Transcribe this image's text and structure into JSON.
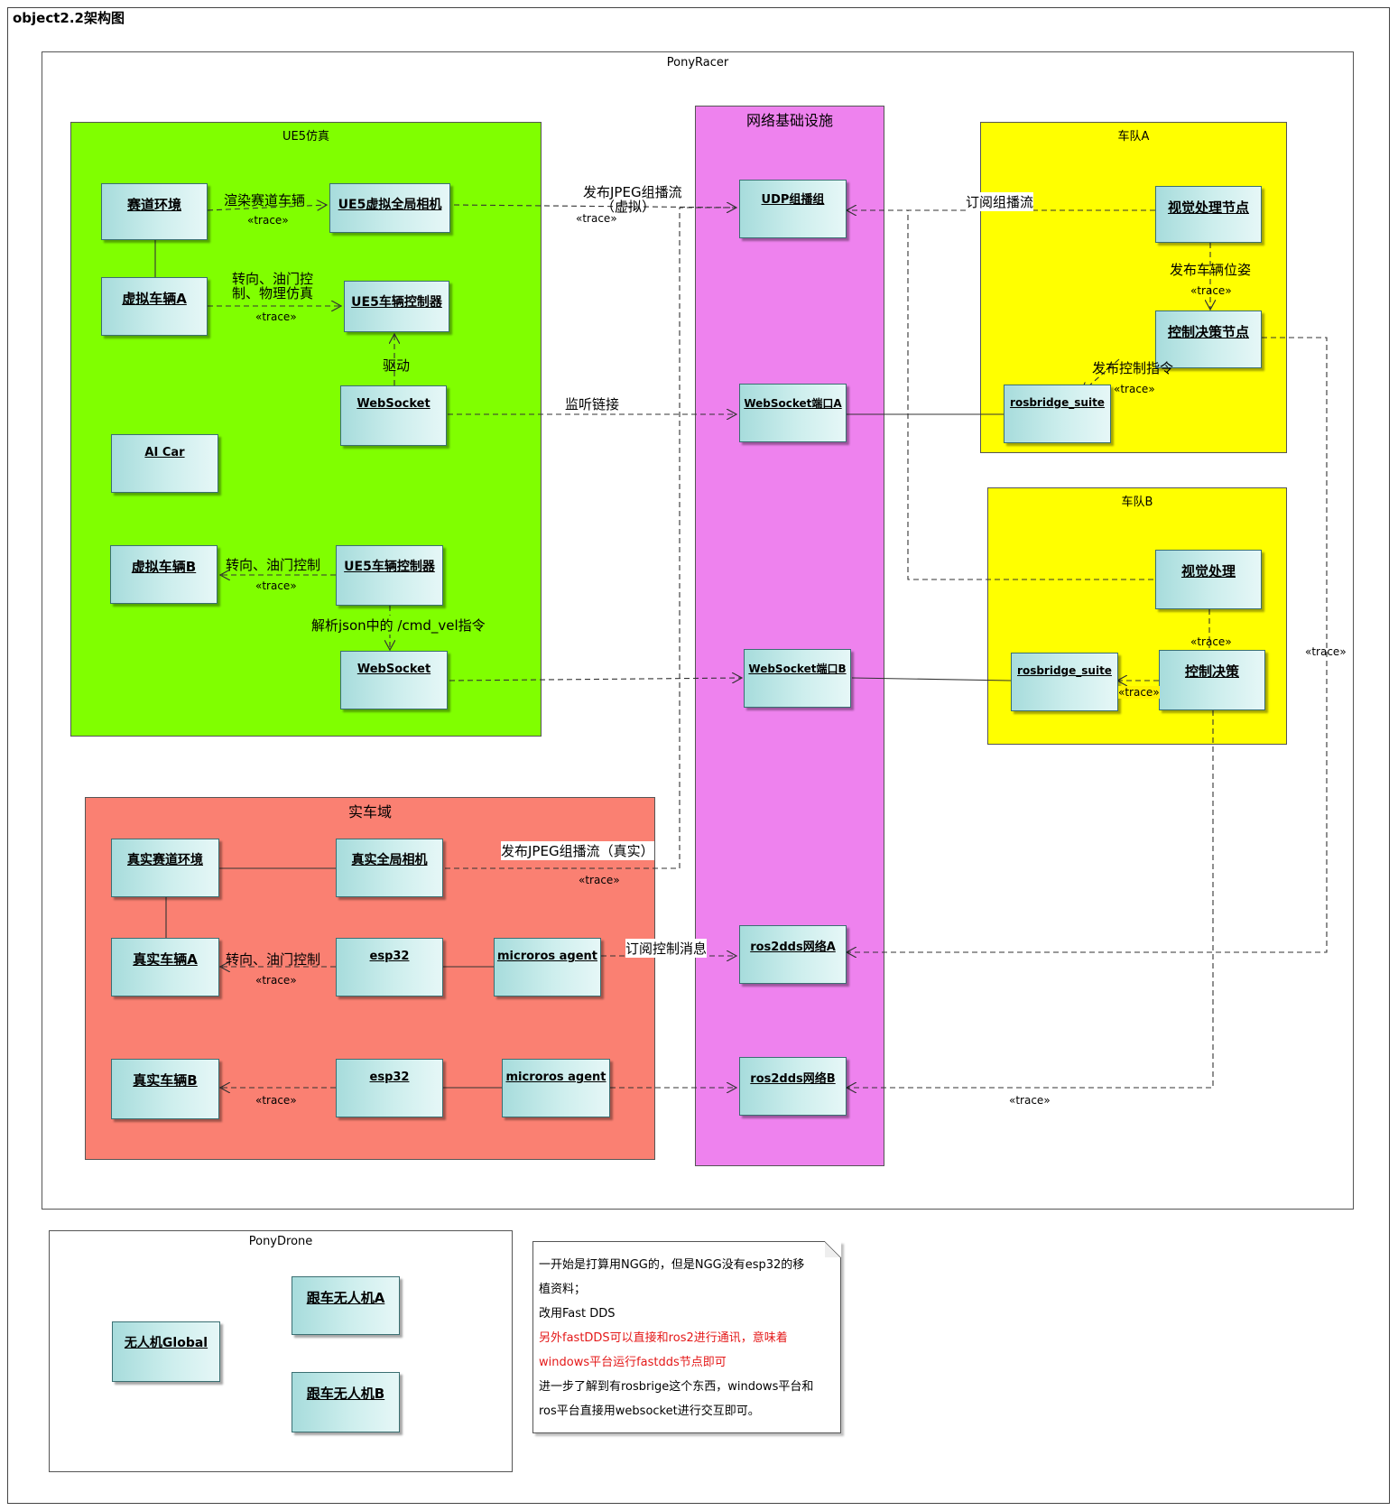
{
  "frame": {
    "title": "object2.2架构图"
  },
  "packages": {
    "ponyracer": "PonyRacer",
    "ue5": "UE5仿真",
    "net": "网络基础设施",
    "teamA": "车队A",
    "teamB": "车队B",
    "real": "实车域",
    "ponydrone": "PonyDrone"
  },
  "nodes": {
    "track_env": "赛道环境",
    "ue5_camera": "UE5虚拟全局相机",
    "virtual_car_a": "虚拟车辆A",
    "ue5_ctrl_a": "UE5车辆控制器",
    "websocket_a": "WebSocket",
    "ai_car": "AI Car",
    "virtual_car_b": "虚拟车辆B",
    "ue5_ctrl_b": "UE5车辆控制器",
    "websocket_b": "WebSocket",
    "udp_group": "UDP组播组",
    "ws_port_a": "WebSocket端口A",
    "ws_port_b": "WebSocket端口B",
    "ros2dds_a": "ros2dds网络A",
    "ros2dds_b": "ros2dds网络B",
    "a_vision": "视觉处理节点",
    "a_control": "控制决策节点",
    "a_rosbridge": "rosbridge_suite",
    "b_vision": "视觉处理",
    "b_rosbridge": "rosbridge_suite",
    "b_control": "控制决策",
    "real_track": "真实赛道环境",
    "real_camera": "真实全局相机",
    "real_car_a": "真实车辆A",
    "esp32_a": "esp32",
    "microros_a": "microros agent",
    "real_car_b": "真实车辆B",
    "esp32_b": "esp32",
    "microros_b": "microros agent",
    "drone_global": "无人机Global",
    "drone_a": "跟车无人机A",
    "drone_b": "跟车无人机B"
  },
  "labels": {
    "render": "渲染赛道车辆",
    "steer_sim_1": "转向、油门控",
    "steer_sim_2": "制、物理仿真",
    "drive": "驱动",
    "steer_b": "转向、油门控制",
    "parse_json": "解析json中的 /cmd_vel指令",
    "publish_jpeg_1": "发布JPEG组播流",
    "publish_jpeg_2": "（虚拟）",
    "listen": "监听链接",
    "subscribe_stream": "订阅组播流",
    "publish_pose": "发布车辆位姿",
    "publish_ctrl": "发布控制指令",
    "publish_jpeg_real": "发布JPEG组播流（真实）",
    "steer_real_a": "转向、油门控制",
    "subscribe_ctrl": "订阅控制消息",
    "trace": "«trace»"
  },
  "note": {
    "line1": "一开始是打算用NGG的，但是NGG没有esp32的移",
    "line2": "植资料；",
    "line3": "改用Fast DDS",
    "line4": "另外fastDDS可以直接和ros2进行通讯，意味着",
    "line5": "windows平台运行fastdds节点即可",
    "line6": "进一步了解到有rosbrige这个东西，windows平台和",
    "line7": "ros平台直接用websocket进行交互即可。"
  },
  "colors": {
    "ue5": "#80ff00",
    "net": "#ee82ee",
    "team": "#ffff00",
    "real": "#fa8072",
    "note_red": "#e41818"
  }
}
